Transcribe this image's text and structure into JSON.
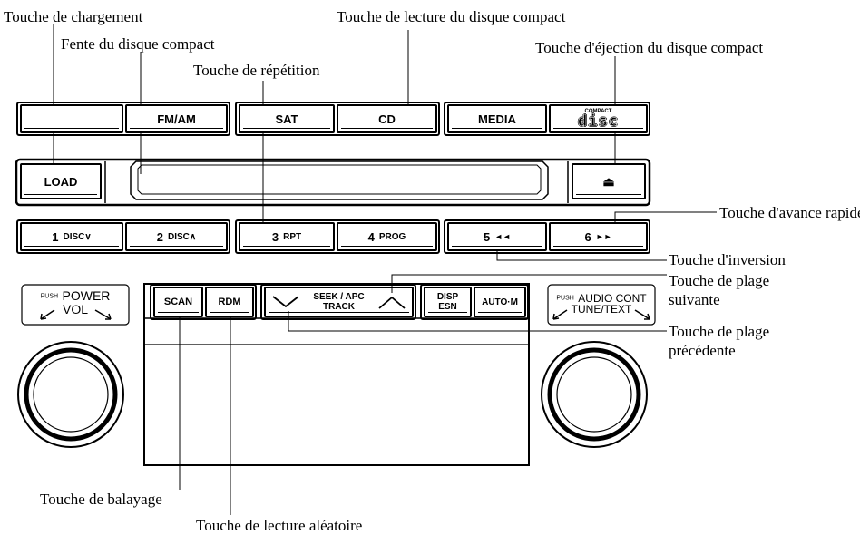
{
  "callouts": {
    "load_key": "Touche de chargement",
    "cd_slot": "Fente du disque compact",
    "cd_play_key": "Touche de lecture du disque compact",
    "cd_eject_key": "Touche d'éjection du disque compact",
    "repeat_key": "Touche de répétition",
    "fast_forward_key": "Touche d'avance rapide",
    "reverse_key": "Touche d'inversion",
    "next_track_key_line1": "Touche de plage",
    "next_track_key_line2": "suivante",
    "prev_track_key_line1": "Touche de plage",
    "prev_track_key_line2": "précédente",
    "scan_key": "Touche de balayage",
    "random_key": "Touche de lecture aléatoire"
  },
  "buttons": {
    "blank": "",
    "fm_am": "FM/AM",
    "sat": "SAT",
    "cd": "CD",
    "media": "MEDIA",
    "compact_disc_logo_small": "COMPACT",
    "compact_disc_logo": "disc",
    "load": "LOAD",
    "eject_symbol": "⏏",
    "preset1_num": "1",
    "preset1_sub": "DISC∨",
    "preset2_num": "2",
    "preset2_sub": "DISC∧",
    "preset3_num": "3",
    "preset3_sub": "RPT",
    "preset4_num": "4",
    "preset4_sub": "PROG",
    "preset5_num": "5",
    "preset5_sub": "◄◄",
    "preset6_num": "6",
    "preset6_sub": "►►",
    "scan": "SCAN",
    "rdm": "RDM",
    "seek_line1": "SEEK / APC",
    "seek_line2": "TRACK",
    "disp_line1": "DISP",
    "disp_line2": "ESN",
    "auto_m": "AUTO·M"
  },
  "knobs": {
    "left_push": "PUSH",
    "left_line1": "POWER",
    "left_line2": "VOL",
    "right_push": "PUSH",
    "right_line1": "AUDIO CONT",
    "right_line2": "TUNE/TEXT"
  }
}
